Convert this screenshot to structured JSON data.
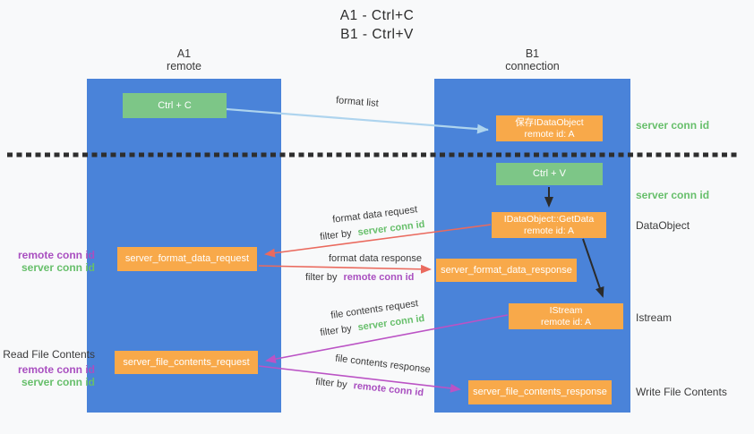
{
  "title": {
    "line1": "A1 - Ctrl+C",
    "line2": "B1 - Ctrl+V"
  },
  "lanes": {
    "left": {
      "name": "A1",
      "role": "remote"
    },
    "right": {
      "name": "B1",
      "role": "connection"
    }
  },
  "nodes": {
    "ctrl_c": {
      "label": "Ctrl + C"
    },
    "save_dataobject": {
      "line1": "保存IDataObject",
      "line2": "remote id: A"
    },
    "ctrl_v": {
      "label": "Ctrl + V"
    },
    "getdata": {
      "line1": "IDataObject::GetData",
      "line2": "remote id: A"
    },
    "format_request": {
      "label": "server_format_data_request"
    },
    "format_response": {
      "label": "server_format_data_response"
    },
    "istream": {
      "line1": "IStream",
      "line2": "remote id: A"
    },
    "file_request": {
      "label": "server_file_contents_request"
    },
    "file_response": {
      "label": "server_file_contents_response"
    }
  },
  "arrow_labels": {
    "format_list": "format list",
    "format_data_request": "format data request",
    "format_data_response": "format data response",
    "file_contents_request": "file contents request",
    "file_contents_response": "file contents response",
    "filter_by": "filter by",
    "server_conn_id": "server conn id",
    "remote_conn_id": "remote conn id"
  },
  "side_labels": {
    "server_conn_id": "server conn id",
    "remote_conn_id": "remote conn id",
    "dataobject": "DataObject",
    "istream": "Istream",
    "read_file_contents": "Read File Contents",
    "write_file_contents": "Write File Contents"
  },
  "colors": {
    "lane_blue": "#4a83d9",
    "box_green": "#7dc687",
    "box_orange": "#f8a94a",
    "text_green": "#67bf6b",
    "text_purple": "#a94fc0",
    "arrow_red": "#ea6a5e",
    "arrow_purple": "#bb53c5",
    "arrow_blue": "#aed4ee",
    "arrow_black": "#2b2b2b",
    "background": "#f8f9fa"
  }
}
